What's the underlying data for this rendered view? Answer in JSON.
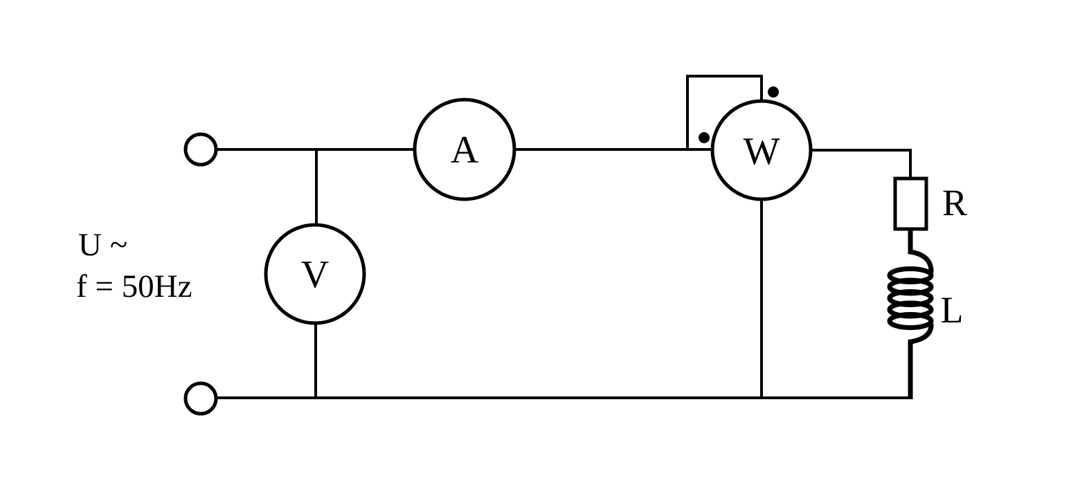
{
  "labels": {
    "source": "U ~",
    "frequency": "f = 50Hz",
    "ammeter": "A",
    "voltmeter": "V",
    "wattmeter": "W",
    "resistor": "R",
    "inductor": "L"
  },
  "colors": {
    "line": "#000000",
    "background": "#ffffff"
  }
}
